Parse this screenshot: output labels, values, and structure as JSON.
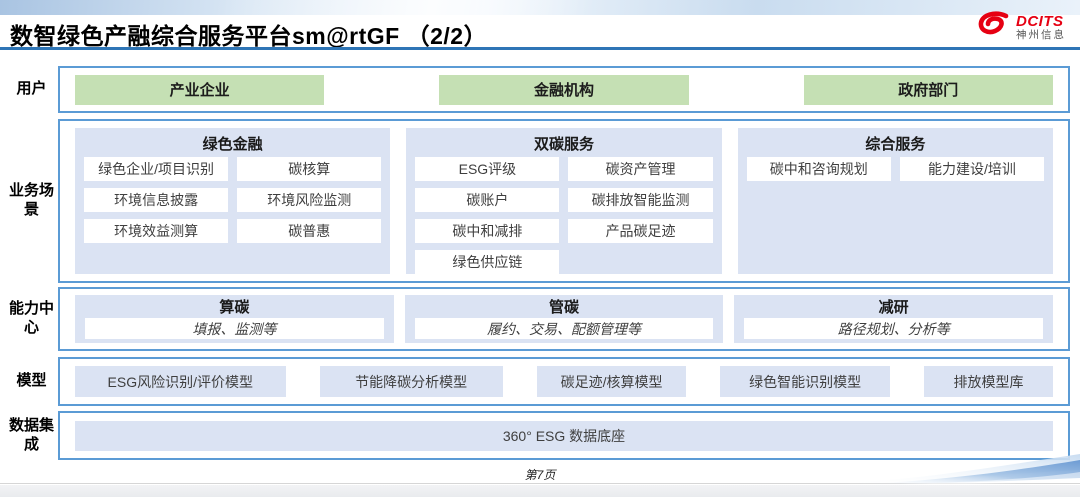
{
  "header": {
    "title": "数智绿色产融综合服务平台sm@rtGF （2/2）",
    "logo": {
      "brand": "DCITS",
      "subbrand": "神州信息",
      "brand_color": "#e60012"
    }
  },
  "rows": {
    "users": {
      "label": "用户",
      "items": [
        "产业企业",
        "金融机构",
        "政府部门"
      ]
    },
    "scenarios": {
      "label": "业务场景",
      "columns": [
        {
          "title": "绿色金融",
          "items": [
            "绿色企业/项目识别",
            "碳核算",
            "环境信息披露",
            "环境风险监测",
            "环境效益测算",
            "碳普惠"
          ]
        },
        {
          "title": "双碳服务",
          "items": [
            "ESG评级",
            "碳资产管理",
            "碳账户",
            "碳排放智能监测",
            "碳中和减排",
            "产品碳足迹",
            "绿色供应链"
          ]
        },
        {
          "title": "综合服务",
          "items": [
            "碳中和咨询规划",
            "能力建设/培训"
          ]
        }
      ]
    },
    "capabilities": {
      "label": "能力中心",
      "cards": [
        {
          "title": "算碳",
          "desc": "填报、监测等"
        },
        {
          "title": "管碳",
          "desc": "履约、交易、配额管理等"
        },
        {
          "title": "减研",
          "desc": "路径规划、分析等"
        }
      ]
    },
    "models": {
      "label": "模型",
      "items": [
        "ESG风险识别/评价模型",
        "节能降碳分析模型",
        "碳足迹/核算模型",
        "绿色智能识别模型",
        "排放模型库"
      ]
    },
    "data_integration": {
      "label": "数据集成",
      "bar": "360° ESG 数据底座"
    }
  },
  "footer": {
    "page": "第7页"
  },
  "colors": {
    "accent_green": "#c5e0b4",
    "accent_lavender": "#dbe3f3",
    "border_blue": "#5b9bd5",
    "title_rule_blue": "#2e75b6",
    "brand_red": "#e60012"
  }
}
